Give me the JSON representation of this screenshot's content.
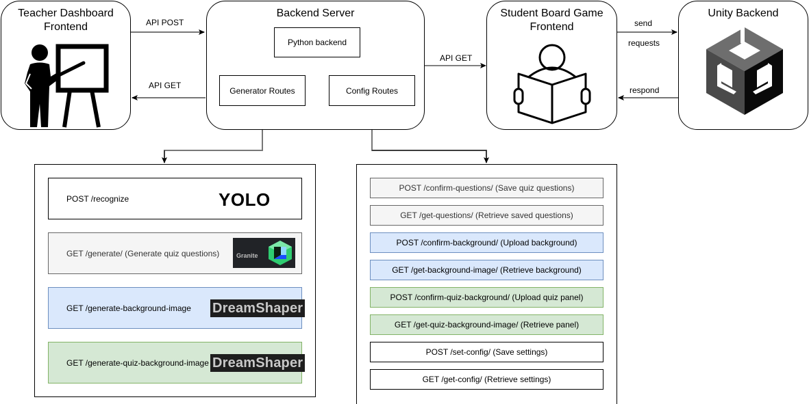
{
  "nodes": {
    "teacher": {
      "title": "Teacher Dashboard\nFrontend",
      "line1": "Teacher Dashboard",
      "line2": "Frontend",
      "icon": "teacher-presenting-icon"
    },
    "backend": {
      "title": "Backend Server",
      "python": "Python backend",
      "generator": "Generator Routes",
      "config": "Config Routes"
    },
    "student": {
      "line1": "Student Board Game",
      "line2": "Frontend",
      "icon": "student-reading-icon"
    },
    "unity": {
      "title": "Unity Backend",
      "icon": "unity-logo-icon"
    }
  },
  "edges": {
    "teacher_to_backend": "API POST",
    "backend_to_teacher": "API GET",
    "backend_to_student": "API GET",
    "student_to_unity_1": "send",
    "student_to_unity_2": "requests",
    "unity_to_student": "respond"
  },
  "generator_routes": [
    {
      "label": "POST /recognize",
      "style": "white",
      "logo": "YOLO"
    },
    {
      "label": "GET /generate/ (Generate quiz questions)",
      "style": "gray",
      "logo": "Granite"
    },
    {
      "label": "GET /generate-background-image",
      "style": "blue",
      "logo": "DreamShaper"
    },
    {
      "label": "GET /generate-quiz-background-image",
      "style": "green",
      "logo": "DreamShaper"
    }
  ],
  "config_routes": [
    {
      "label": "POST /confirm-questions/ (Save quiz questions)",
      "style": "gray"
    },
    {
      "label": "GET /get-questions/ (Retrieve saved questions)",
      "style": "gray"
    },
    {
      "label": "POST /confirm-background/ (Upload background)",
      "style": "blue"
    },
    {
      "label": "GET /get-background-image/ (Retrieve background)",
      "style": "blue"
    },
    {
      "label": "POST /confirm-quiz-background/ (Upload quiz panel)",
      "style": "green"
    },
    {
      "label": "GET /get-quiz-background-image/ (Retrieve panel)",
      "style": "green"
    },
    {
      "label": "POST /set-config/ (Save settings)",
      "style": "white"
    },
    {
      "label": "GET /get-config/ (Retrieve settings)",
      "style": "white"
    }
  ],
  "colors": {
    "gray_fill": "#f5f5f5",
    "gray_stroke": "#666666",
    "blue_fill": "#dae8fc",
    "blue_stroke": "#6c8ebf",
    "green_fill": "#d5e8d4",
    "green_stroke": "#82b366",
    "edge_gray": "#777777"
  }
}
